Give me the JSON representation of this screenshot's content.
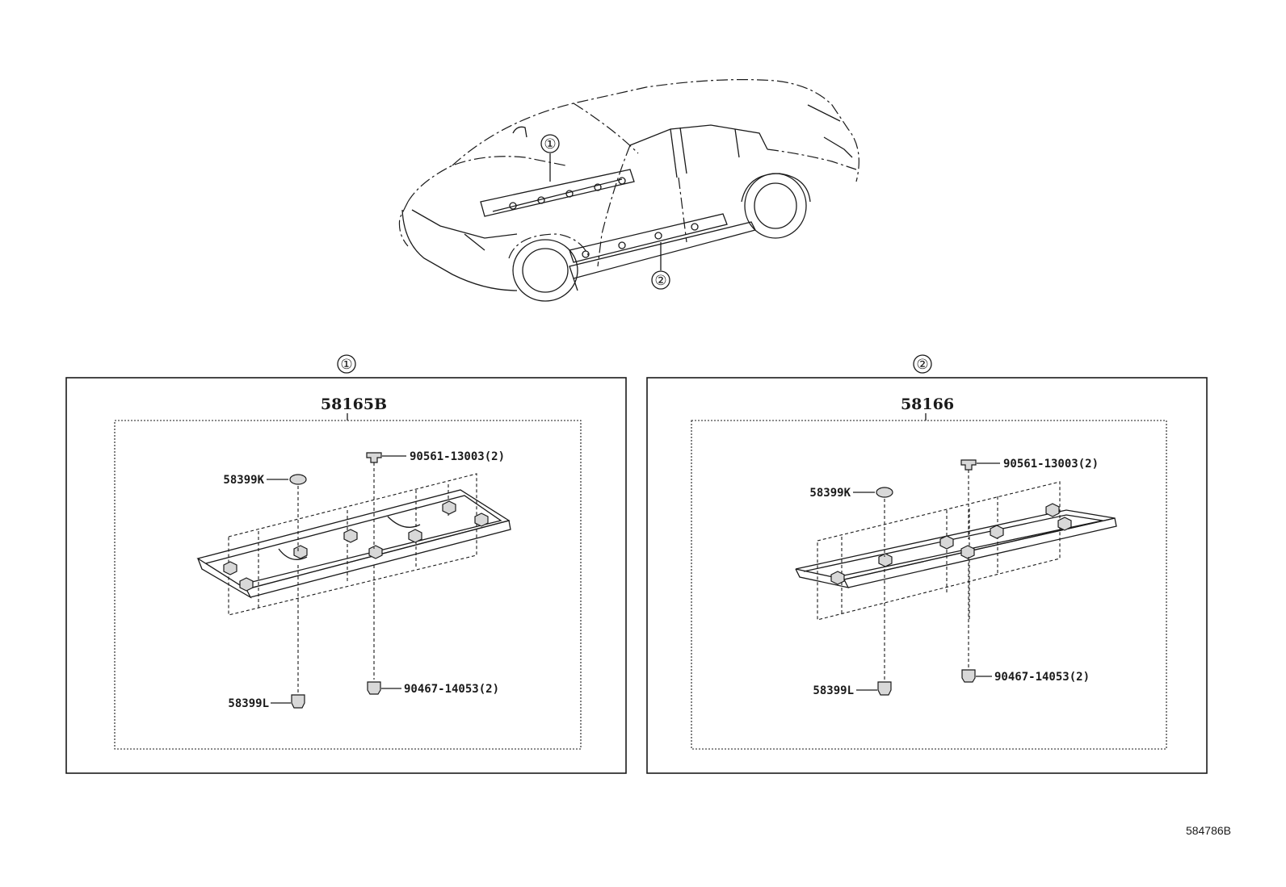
{
  "callouts": {
    "one": "①",
    "two": "②"
  },
  "panel1": {
    "callout": "①",
    "main_part": "58165B",
    "clip_top": "58399K",
    "clip_bottom": "58399L",
    "screw_top": "90561-13003(2)",
    "nut_bottom": "90467-14053(2)"
  },
  "panel2": {
    "callout": "②",
    "main_part": "58166",
    "clip_top": "58399K",
    "clip_bottom": "58399L",
    "screw_top": "90561-13003(2)",
    "nut_bottom": "90467-14053(2)"
  },
  "diagram_code": "584786B",
  "colors": {
    "ink": "#1a1a1a",
    "fill": "#d8d8d8",
    "background": "#ffffff"
  }
}
